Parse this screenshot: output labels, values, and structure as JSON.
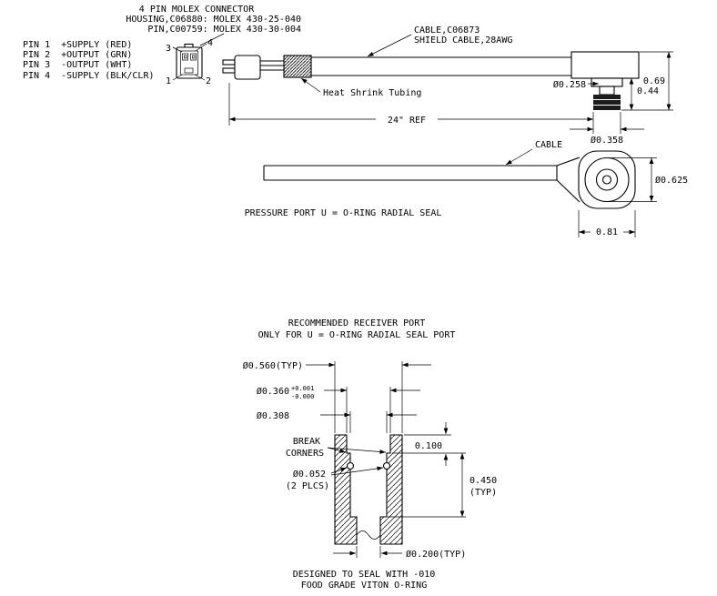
{
  "colors": {
    "line": "#000000",
    "background": "#ffffff",
    "dark_fill": "#1c1c1c"
  },
  "connector_notes": {
    "title": "4 PIN MOLEX CONNECTOR",
    "housing": "HOUSING,C06880: MOLEX 430-25-040",
    "pin": "PIN,C00759: MOLEX 430-30-004"
  },
  "pinout": {
    "pin1": "PIN 1  +SUPPLY (RED)",
    "pin2": "PIN 2  +OUTPUT (GRN)",
    "pin3": "PIN 3  -OUTPUT (WHT)",
    "pin4": "PIN 4  -SUPPLY (BLK/CLR)"
  },
  "connector_pin_numbers": {
    "p1": "1",
    "p2": "2",
    "p3": "3",
    "p4": "4"
  },
  "cable_callout": {
    "line1": "CABLE,C06873",
    "line2": "SHIELD CABLE,28AWG"
  },
  "labels": {
    "heat_shrink": "Heat Shrink Tubing",
    "cable": "CABLE",
    "pressure_port_note": "PRESSURE PORT U = O-RING RADIAL SEAL"
  },
  "side_view_dims": {
    "cable_length": "24\" REF",
    "stem_dia": "Ø0.258",
    "stem_height": "0.44",
    "overall_height": "0.69",
    "tip_dia": "Ø0.358"
  },
  "end_view_dims": {
    "port_dia": "Ø0.625",
    "body_width": "0.81"
  },
  "receiver_port": {
    "title_line1": "RECOMMENDED RECEIVER PORT",
    "title_line2": "ONLY FOR U = O-RING RADIAL SEAL PORT",
    "dia_560": "Ø0.560(TYP)",
    "dia_360": "Ø0.360",
    "dia_360_tol_plus": "+0.001",
    "dia_360_tol_minus": "-0.000",
    "dia_308": "Ø0.308",
    "break_line1": "BREAK",
    "break_line2": "CORNERS",
    "depth_100": "0.100",
    "dia_052": "Ø0.052",
    "dia_052_note": "(2 PLCS)",
    "depth_450": "0.450",
    "depth_450_note": "(TYP)",
    "dia_200": "Ø0.200(TYP)",
    "seal_note_line1": "DESIGNED TO SEAL WITH -010",
    "seal_note_line2": "FOOD GRADE VITON O-RING"
  }
}
